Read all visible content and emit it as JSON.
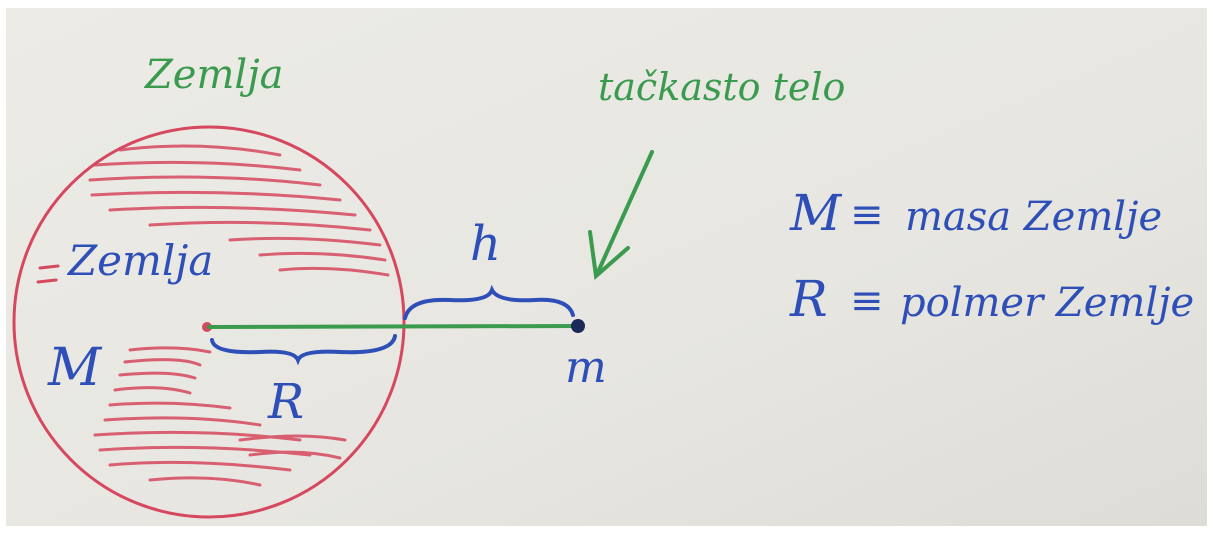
{
  "diagram": {
    "earth_label_top": "Zemlja",
    "earth_label_inside": "Zemlja",
    "earth_mass_symbol": "M",
    "radius_symbol": "R",
    "height_symbol": "h",
    "body_mass_symbol": "m",
    "point_body_label": "tačkasto telo",
    "legend": [
      {
        "symbol": "M",
        "equiv": "≡",
        "meaning": "masa Zemlje"
      },
      {
        "symbol": "R",
        "equiv": "≡",
        "meaning": "polmer Zemlje"
      }
    ]
  },
  "colors": {
    "board_bg": "#e8e7e2",
    "border": "#ffffff",
    "earth_red": "#d6485e",
    "ink_blue": "#2e4fb8",
    "ink_green": "#3a9a4e",
    "dot_dark": "#1c2a5a"
  }
}
